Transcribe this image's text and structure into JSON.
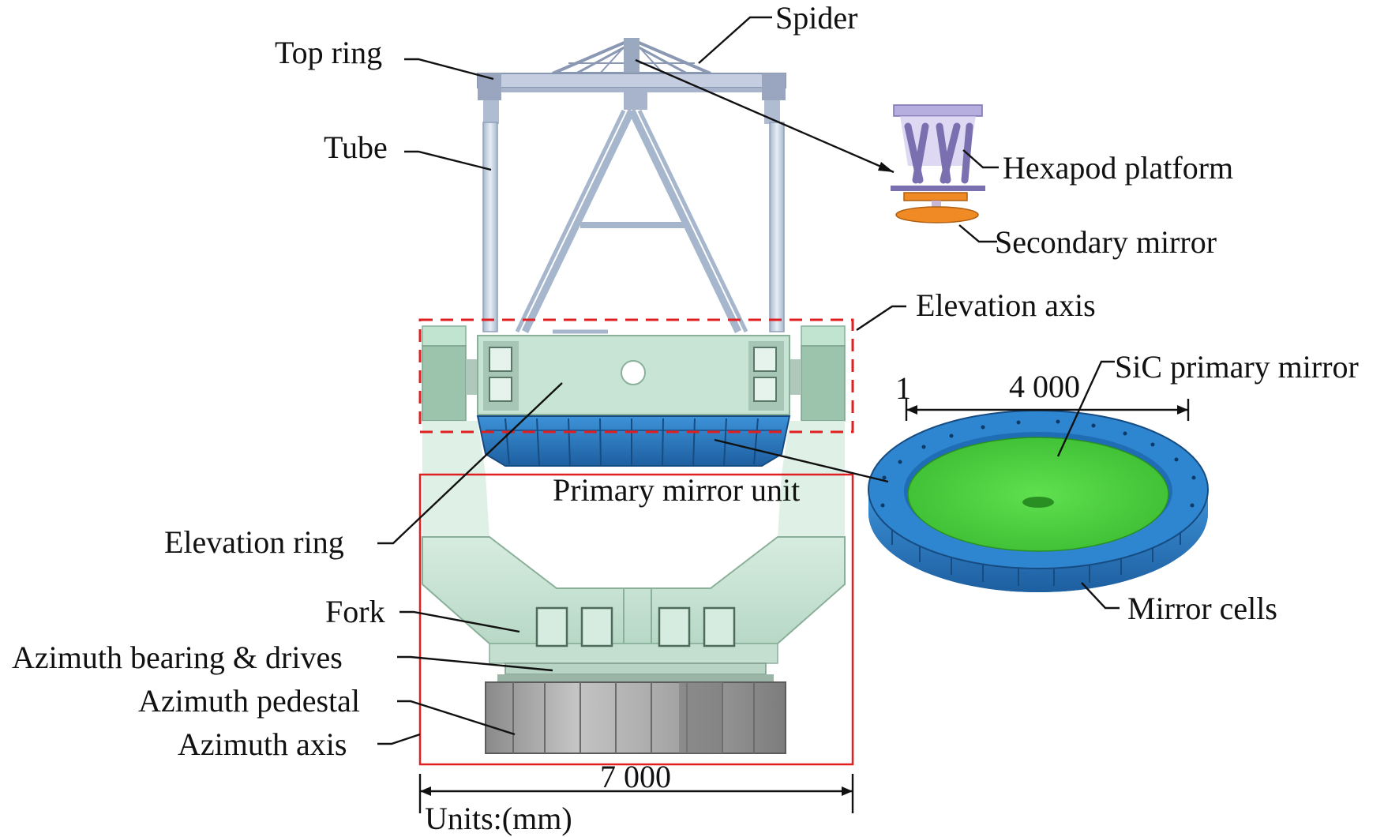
{
  "labels": {
    "spider": "Spider",
    "top_ring": "Top ring",
    "tube": "Tube",
    "hexapod_platform": "Hexapod platform",
    "secondary_mirror": "Secondary mirror",
    "elevation_axis": "Elevation axis",
    "sic_primary_mirror": "SiC primary mirror",
    "primary_mirror_unit": "Primary mirror unit",
    "elevation_ring": "Elevation ring",
    "fork": "Fork",
    "azimuth_bearing_drives": "Azimuth bearing & drives",
    "azimuth_pedestal": "Azimuth pedestal",
    "azimuth_axis": "Azimuth axis",
    "mirror_cells": "Mirror cells"
  },
  "dimensions": {
    "mirror_diameter_prefix": "1",
    "mirror_diameter": "4 000",
    "telescope_width": "7 000",
    "units": "Units:(mm)"
  },
  "colors": {
    "structure_light_green": "#c8e4d4",
    "structure_mid_green": "#9cc4ac",
    "top_structure_blue_gray": "#b8c4d8",
    "mirror_cell_blue": "#2a7ec6",
    "mirror_surface_green": "#49d03f",
    "secondary_orange": "#f08a24",
    "hexapod_purple": "#b9aee0",
    "pedestal_gray": "#9a9a9a",
    "highlight_red": "#e02020"
  }
}
